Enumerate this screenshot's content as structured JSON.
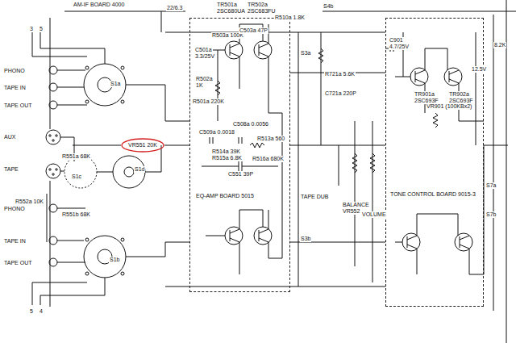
{
  "diagram": {
    "nodes": [
      {
        "text": [
          "EQ-AMP BOARD 5015"
        ]
      },
      {
        "text": [
          "TONE CONTROL BOARD 9015-3"
        ]
      },
      {
        "text": [
          "VR551 20K"
        ]
      }
    ],
    "edges": [
      {
        "from": 2,
        "to": 0,
        "arrow": "none"
      }
    ],
    "labels": [
      "AM-IF BOARD 4000",
      "22/6.3",
      "S4b",
      "TR501a",
      "2SC680UA",
      "TR502a",
      "2SC683FU",
      "R510a 1.8K",
      "3",
      "5",
      "PHONO",
      "TAPE IN",
      "TAPE OUT",
      "S1a",
      "C501a",
      "3.3/25V",
      "R502a",
      "1K",
      "R503a 100K",
      "R501a 220K",
      "C503a 47P",
      "AUX",
      "R551a 68K",
      "C509a 0.0018",
      "C508a 0.0056",
      "R514a 39K",
      "R515a 6.8K",
      "R513a 560",
      "R516a 680K",
      "TAPE",
      "S1c",
      "S1d",
      "C551 39P",
      "R552a 10K",
      "R551b 68K",
      "PHONO",
      "TAPE IN",
      "TAPE OUT",
      "S1b",
      "5",
      "4",
      "S3a",
      "S3b",
      "R721a 5.6K",
      "C721a 220P",
      "TAPE DUB",
      "BALANCE",
      "VR552",
      "VOLUME",
      "C901",
      "4.7/25V",
      "TR901a",
      "2SC693F",
      "TR902a",
      "2SC693F",
      "VR901 (100KBx2)",
      "8.2K",
      "S7a",
      "S7b",
      "12.5V"
    ]
  }
}
